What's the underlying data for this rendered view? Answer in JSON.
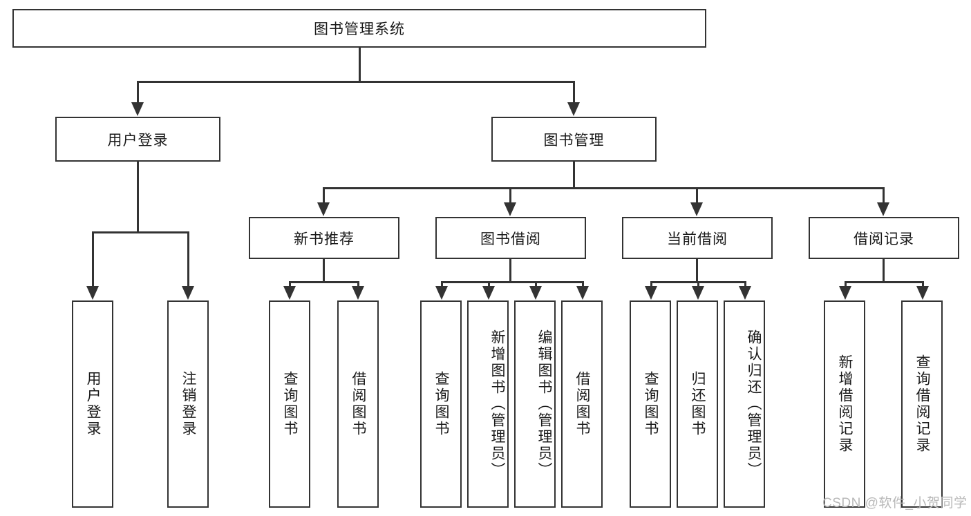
{
  "diagram": {
    "type": "tree-hierarchy",
    "title": "图书管理系统",
    "root": {
      "label": "图书管理系统"
    },
    "level2": [
      {
        "label": "用户登录"
      },
      {
        "label": "图书管理"
      }
    ],
    "level3": [
      {
        "label": "新书推荐"
      },
      {
        "label": "图书借阅"
      },
      {
        "label": "当前借阅"
      },
      {
        "label": "借阅记录"
      }
    ],
    "leaves": {
      "user_login": [
        {
          "label": "用户登录"
        },
        {
          "label": "注销登录"
        }
      ],
      "new_book_recommend": [
        {
          "label": "查询图书"
        },
        {
          "label": "借阅图书"
        }
      ],
      "book_borrow": [
        {
          "label": "查询图书"
        },
        {
          "label": "新增图书（管理员）"
        },
        {
          "label": "编辑图书（管理员）"
        },
        {
          "label": "借阅图书"
        }
      ],
      "current_borrow": [
        {
          "label": "查询图书"
        },
        {
          "label": "归还图书"
        },
        {
          "label": "确认归还（管理员）"
        }
      ],
      "borrow_record": [
        {
          "label": "新增借阅记录"
        },
        {
          "label": "查询借阅记录"
        }
      ]
    }
  },
  "watermark": {
    "text": "CSDN @软件_小贺同学"
  },
  "colors": {
    "stroke": "#333333",
    "fill": "#ffffff",
    "text": "#1a1a1a",
    "watermark": "#b8b8b8"
  }
}
